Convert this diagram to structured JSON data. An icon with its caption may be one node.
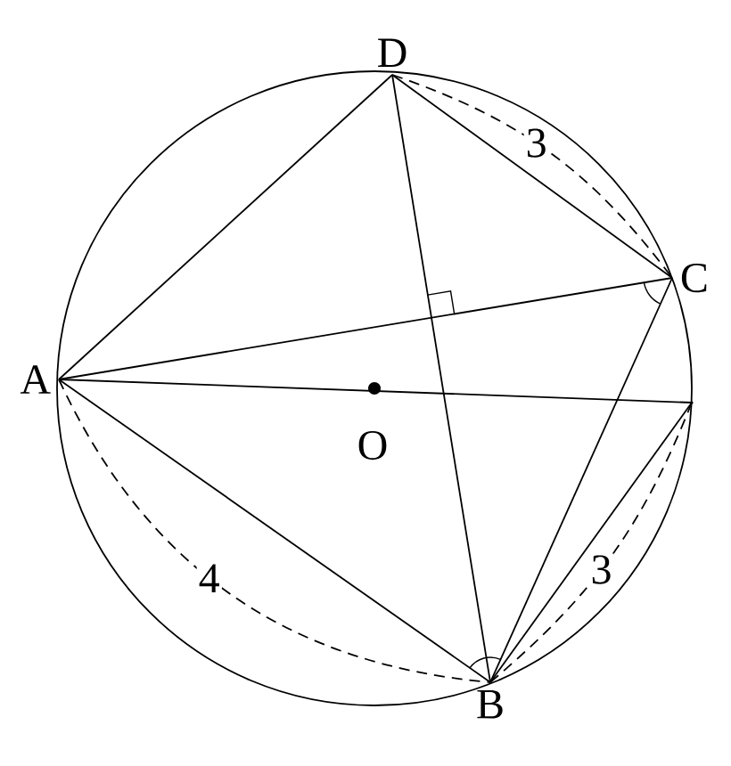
{
  "diagram": {
    "nodes": [
      {
        "text": [
          "D"
        ]
      },
      {
        "text": [
          "C"
        ]
      },
      {
        "text": [
          "A"
        ]
      },
      {
        "text": [],
        "shape": "point"
      },
      {
        "text": [
          "B"
        ]
      }
    ],
    "edges": [
      {
        "from": 2,
        "to": 0,
        "arrow": "none"
      },
      {
        "from": 0,
        "to": 1,
        "arrow": "none"
      },
      {
        "from": 0,
        "to": 4,
        "arrow": "none"
      },
      {
        "from": 2,
        "to": 1,
        "arrow": "none"
      },
      {
        "from": 2,
        "to": 3,
        "arrow": "none"
      },
      {
        "from": 2,
        "to": 4,
        "arrow": "none"
      },
      {
        "from": 1,
        "to": 4,
        "arrow": "none"
      },
      {
        "from": 3,
        "to": 4,
        "arrow": "none"
      },
      {
        "from": 0,
        "to": 1,
        "arrow": "none",
        "style": "dashed",
        "label": "3"
      },
      {
        "from": 3,
        "to": 4,
        "arrow": "none",
        "style": "dashed",
        "label": "3"
      },
      {
        "from": 2,
        "to": 4,
        "arrow": "none",
        "style": "dashed",
        "label": "4"
      }
    ],
    "labels": [
      "O"
    ]
  }
}
